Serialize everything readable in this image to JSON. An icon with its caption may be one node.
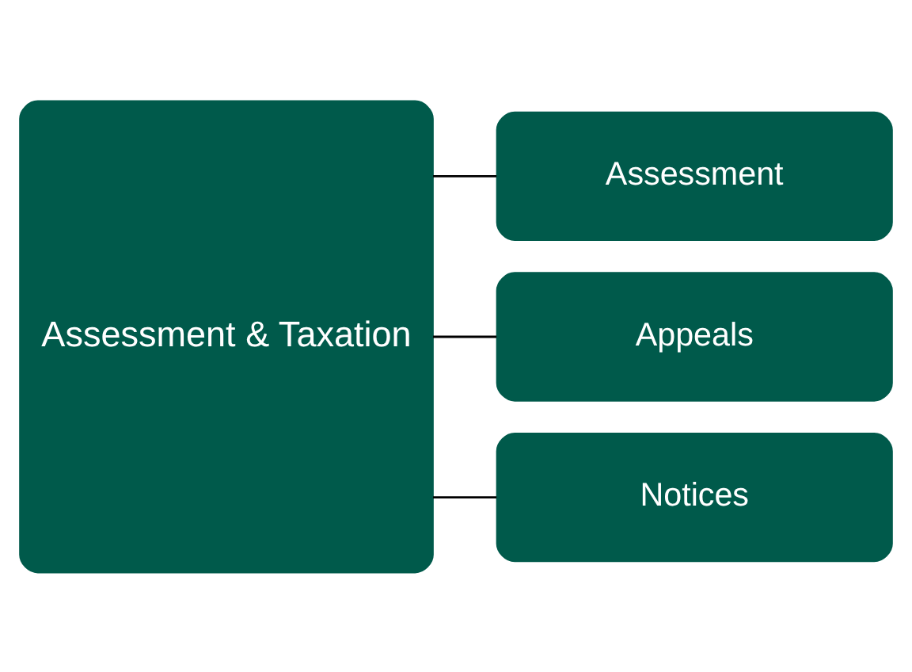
{
  "diagram": {
    "nodes": [
      {
        "text": [
          "Assessment & Taxation"
        ]
      },
      {
        "text": [
          "Assessment"
        ]
      },
      {
        "text": [
          "Appeals"
        ]
      },
      {
        "text": [
          "Notices"
        ]
      }
    ],
    "edges": [
      {
        "from": 0,
        "to": 1,
        "arrow": "none"
      },
      {
        "from": 0,
        "to": 2,
        "arrow": "none"
      },
      {
        "from": 0,
        "to": 3,
        "arrow": "none"
      }
    ]
  }
}
